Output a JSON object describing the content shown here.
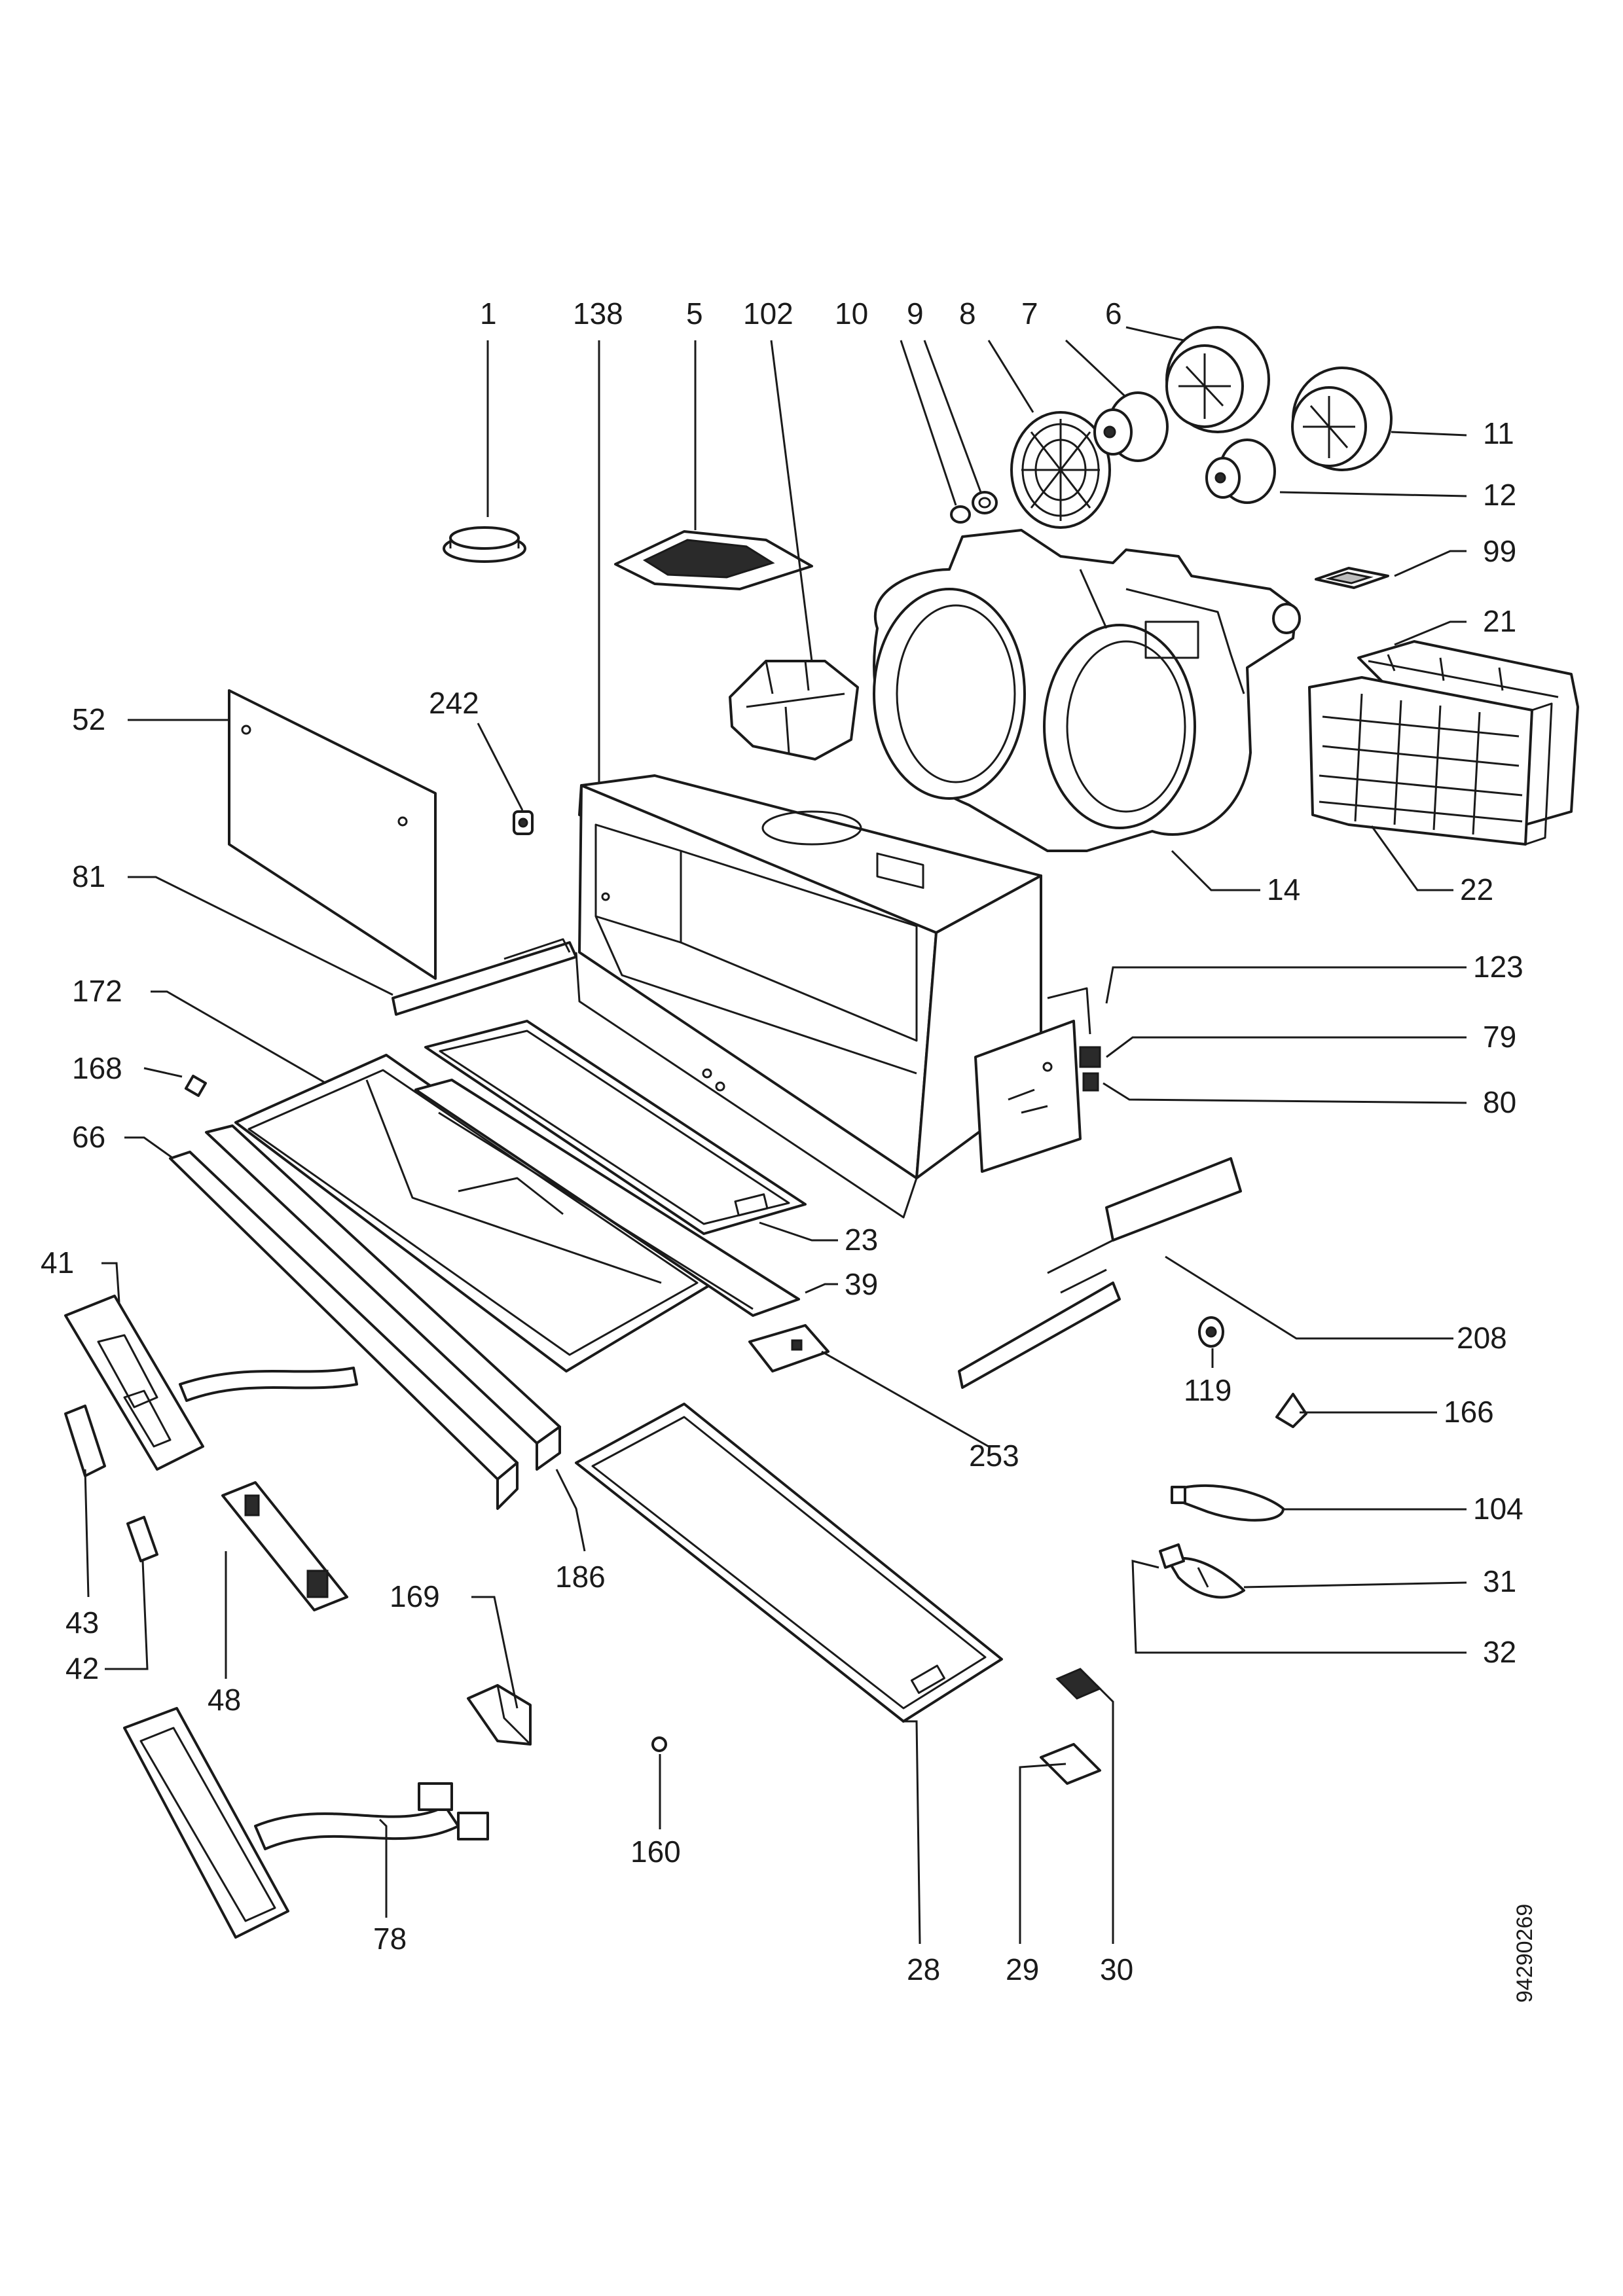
{
  "drawing_code": "94290269",
  "labels": {
    "l1": "1",
    "l138": "138",
    "l5": "5",
    "l102": "102",
    "l10": "10",
    "l9": "9",
    "l8": "8",
    "l7": "7",
    "l6": "6",
    "l11": "11",
    "l12": "12",
    "l99": "99",
    "l21": "21",
    "l52": "52",
    "l242": "242",
    "l81": "81",
    "l14": "14",
    "l22": "22",
    "l123": "123",
    "l172": "172",
    "l79": "79",
    "l168": "168",
    "l80": "80",
    "l66": "66",
    "l23": "23",
    "l41": "41",
    "l39": "39",
    "l208": "208",
    "l253": "253",
    "l119": "119",
    "l166": "166",
    "l43": "43",
    "l186": "186",
    "l104": "104",
    "l31": "31",
    "l42": "42",
    "l48": "48",
    "l169": "169",
    "l32": "32",
    "l160": "160",
    "l78": "78",
    "l28": "28",
    "l29": "29",
    "l30": "30"
  }
}
